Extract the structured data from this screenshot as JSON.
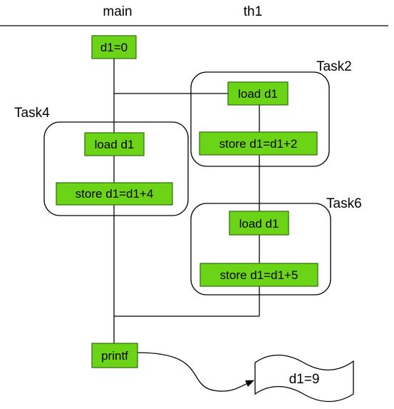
{
  "headers": {
    "main": "main",
    "th1": "th1"
  },
  "tasks": {
    "task2": "Task2",
    "task4": "Task4",
    "task6": "Task6"
  },
  "nodes": {
    "init": "d1=0",
    "task4_load": "load d1",
    "task4_store": "store d1=d1+4",
    "task2_load": "load d1",
    "task2_store": "store d1=d1+2",
    "task6_load": "load d1",
    "task6_store": "store d1=d1+5",
    "printf": "printf"
  },
  "output": {
    "text": "d1=9"
  },
  "colors": {
    "node_fill": "#6bd417",
    "node_border": "#2f6b0a",
    "line": "#000000"
  }
}
